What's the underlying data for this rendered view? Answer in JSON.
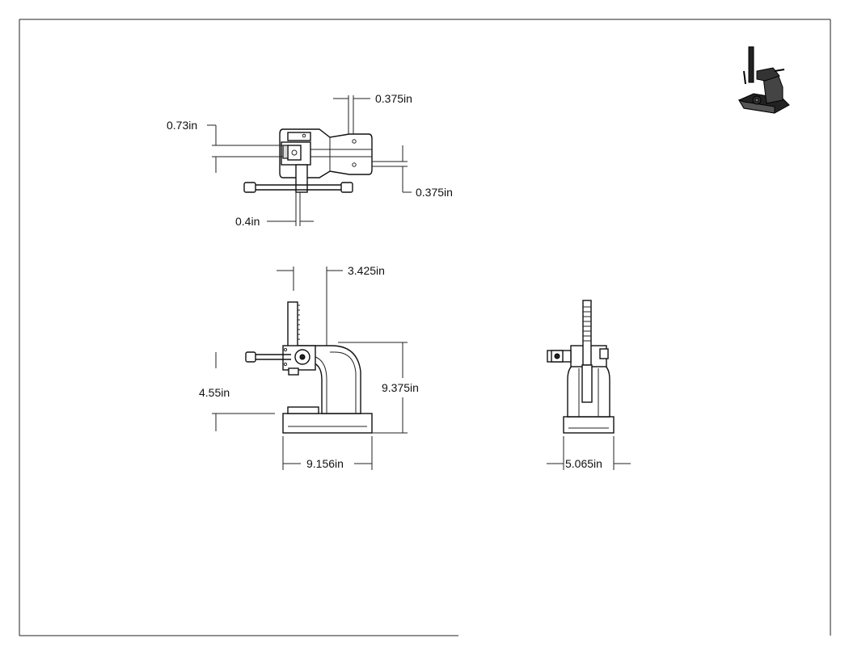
{
  "drawing": {
    "views": {
      "top": {
        "dimensions": {
          "d1": "0.375in",
          "d2": "0.73in",
          "d3": "0.375in",
          "d4": "0.4in"
        }
      },
      "front": {
        "dimensions": {
          "d1": "3.425in",
          "d2": "4.55in",
          "d3": "9.375in",
          "d4": "9.156in"
        }
      },
      "side": {
        "dimensions": {
          "d1": "5.065in"
        }
      }
    },
    "thumbnail": {
      "icon": "arbor-press-isometric-icon"
    }
  }
}
